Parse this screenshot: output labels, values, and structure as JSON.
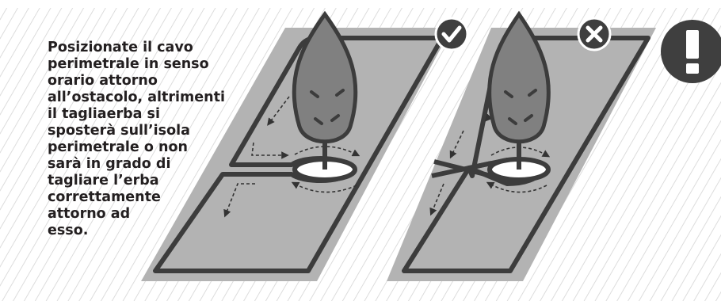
{
  "instruction": {
    "text": "Posizionate il cavo\nperimetrale in senso\norario attorno\nall’ostacolo, altrimenti\nil tagliaerba si\nsposterà sull’isola\nperimetrale o non\nsarà in grado di\ntagliare l’erba\ncorrettamente\nattorno ad\nesso."
  },
  "panels": {
    "correct": {
      "badge_icon": "check-icon",
      "status": "correct"
    },
    "incorrect": {
      "badge_icon": "x-icon",
      "status": "incorrect"
    }
  },
  "warning": {
    "icon": "exclamation-icon"
  },
  "colors": {
    "background_hatch": "#d4d4d4",
    "lawn": "#b3b3b3",
    "wire": "#3c3c3c",
    "tree_fill": "#808080",
    "badge": "#3f3f3f",
    "text": "#231f20"
  }
}
